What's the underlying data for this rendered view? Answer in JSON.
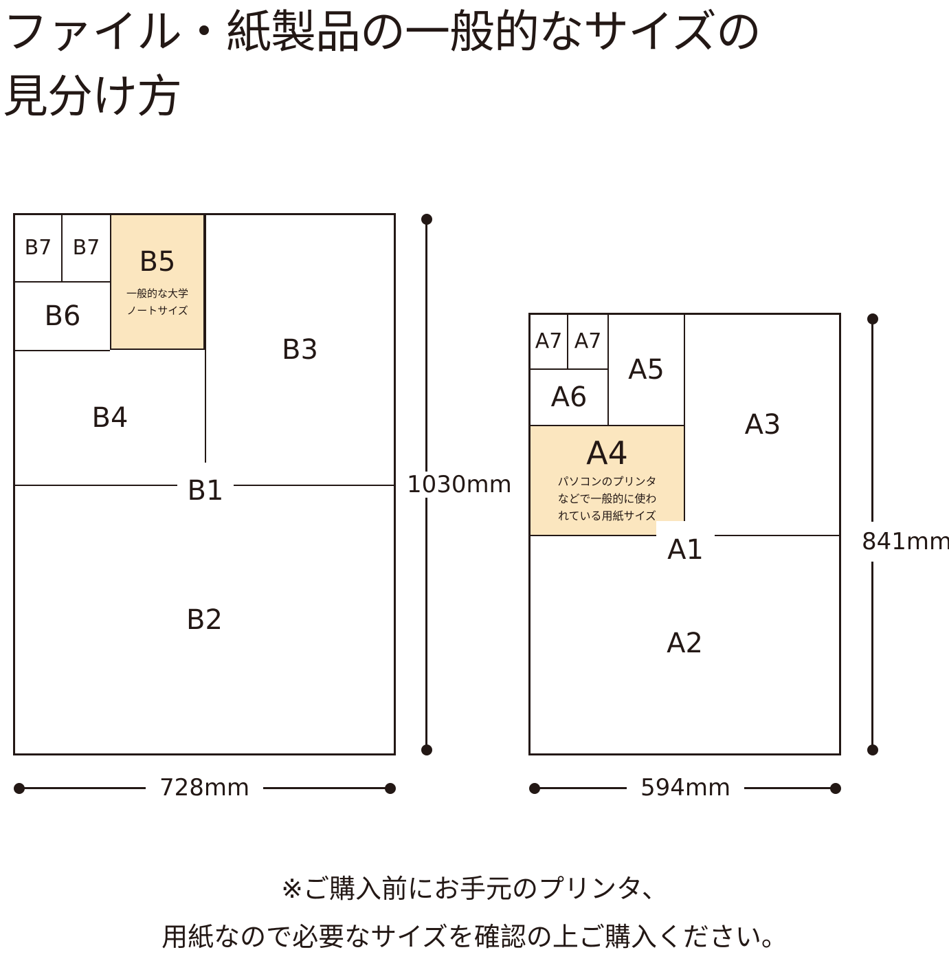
{
  "title": {
    "line1": "ファイル・紙製品の一般的なサイズの",
    "line2": "見分け方"
  },
  "b_series": {
    "labels": {
      "b1": "B1",
      "b2": "B2",
      "b3": "B3",
      "b4": "B4",
      "b5": "B5",
      "b6": "B6",
      "b7a": "B7",
      "b7b": "B7"
    },
    "b5_note": [
      "一般的な大学",
      "ノートサイズ"
    ],
    "width": "728mm",
    "height": "1030mm"
  },
  "a_series": {
    "labels": {
      "a1": "A1",
      "a2": "A2",
      "a3": "A3",
      "a4": "A4",
      "a5": "A5",
      "a6": "A6",
      "a7a": "A7",
      "a7b": "A7"
    },
    "a4_note": [
      "パソコンのプリンタ",
      "などで一般的に使わ",
      "れている用紙サイズ"
    ],
    "width": "594mm",
    "height": "841mm"
  },
  "colors": {
    "line": "#231815",
    "highlight": "#fbe6bf"
  },
  "footer": {
    "line1": "※ご購入前にお手元のプリンタ、",
    "line2": "用紙なので必要なサイズを確認の上ご購入ください。"
  }
}
